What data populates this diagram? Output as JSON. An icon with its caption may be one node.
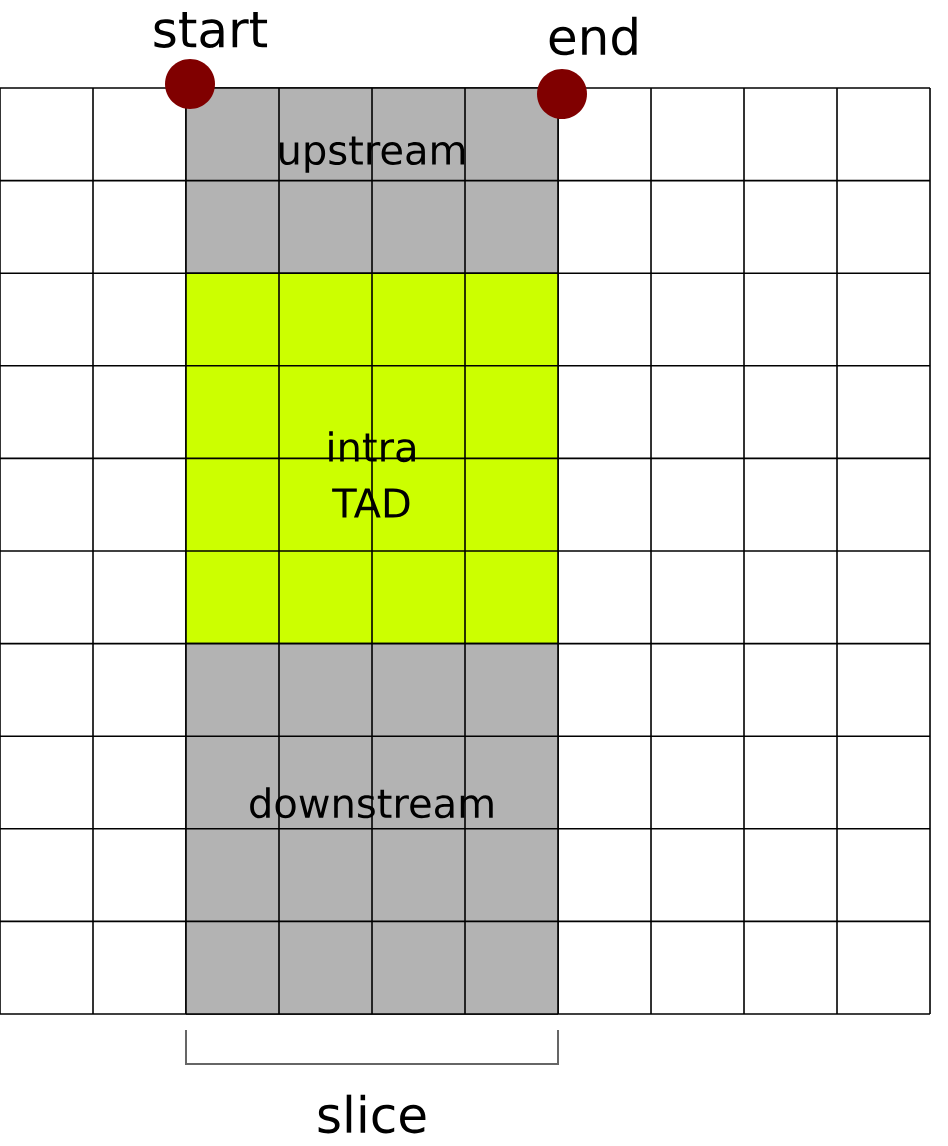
{
  "diagram": {
    "nodes": [
      {
        "text": [
          "upstream"
        ]
      },
      {
        "text": [
          "intra TAD"
        ]
      },
      {
        "text": [
          "downstream"
        ]
      }
    ],
    "labels": [
      "start",
      "end",
      "slice"
    ]
  }
}
